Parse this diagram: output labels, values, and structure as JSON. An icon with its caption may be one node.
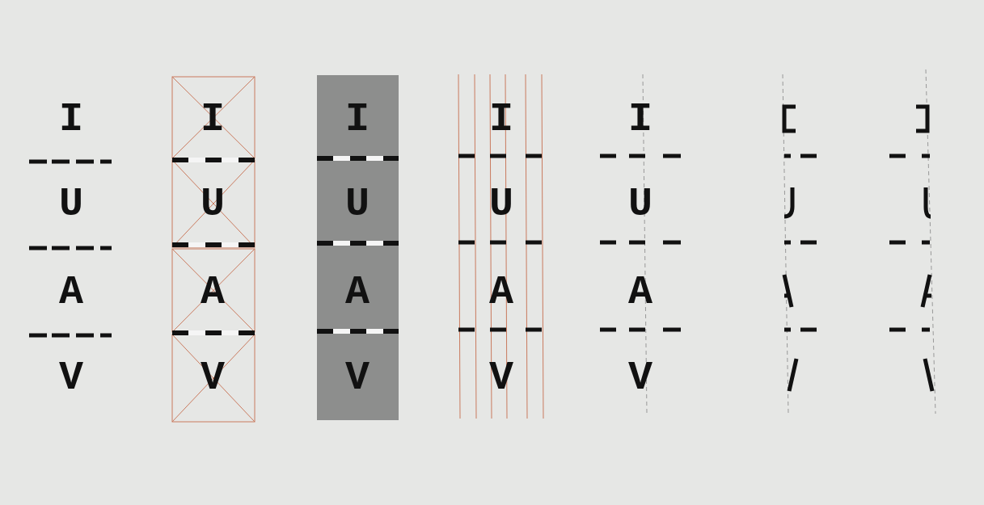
{
  "diagram": {
    "labels": [
      "I",
      "U",
      "A",
      "V",
      "I",
      "U",
      "A",
      "V",
      "I",
      "U",
      "A",
      "V",
      "I",
      "U",
      "A",
      "V",
      "I",
      "U",
      "A",
      "V"
    ]
  }
}
